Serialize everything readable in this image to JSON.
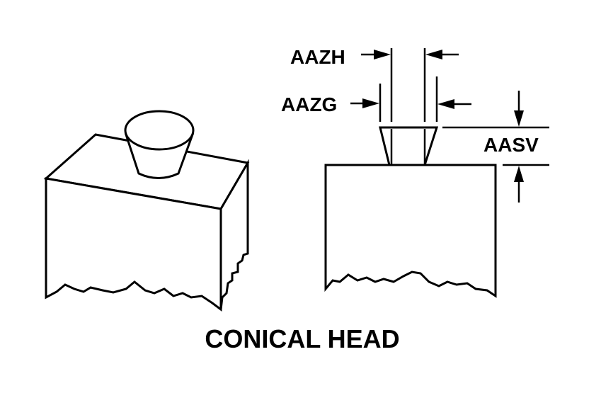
{
  "title": "CONICAL HEAD",
  "dimensions": {
    "top_diameter": "AAZH",
    "bottom_diameter": "AAZG",
    "height": "AASV"
  }
}
